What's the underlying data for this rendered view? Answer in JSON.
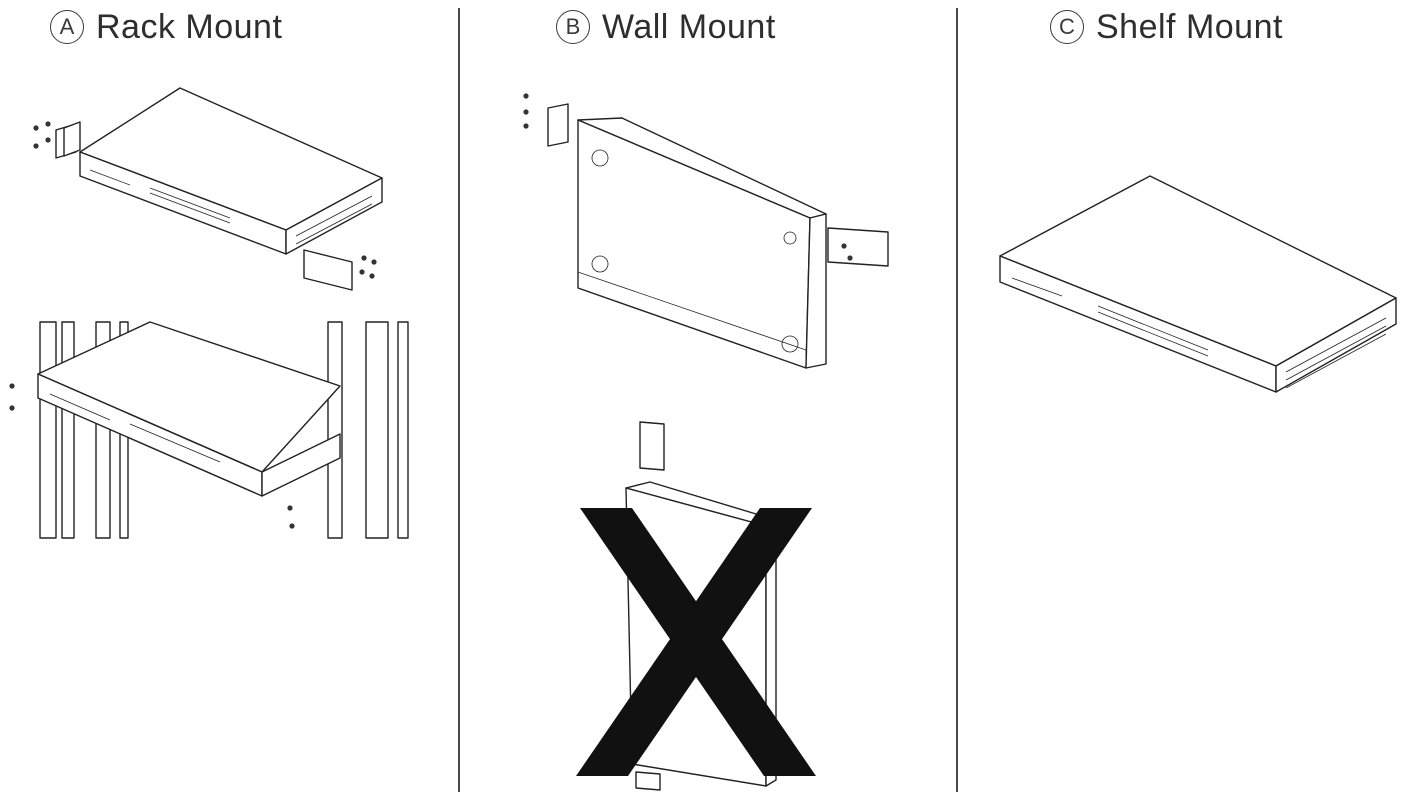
{
  "panels": [
    {
      "letter": "A",
      "title": "Rack Mount"
    },
    {
      "letter": "B",
      "title": "Wall Mount"
    },
    {
      "letter": "C",
      "title": "Shelf Mount"
    }
  ],
  "icons": [
    "screw-icon",
    "mount-bracket-icon",
    "prohibited-x-icon"
  ],
  "colors": {
    "line": "#222222",
    "cross": "#111111",
    "divider": "#4a4a4a"
  }
}
